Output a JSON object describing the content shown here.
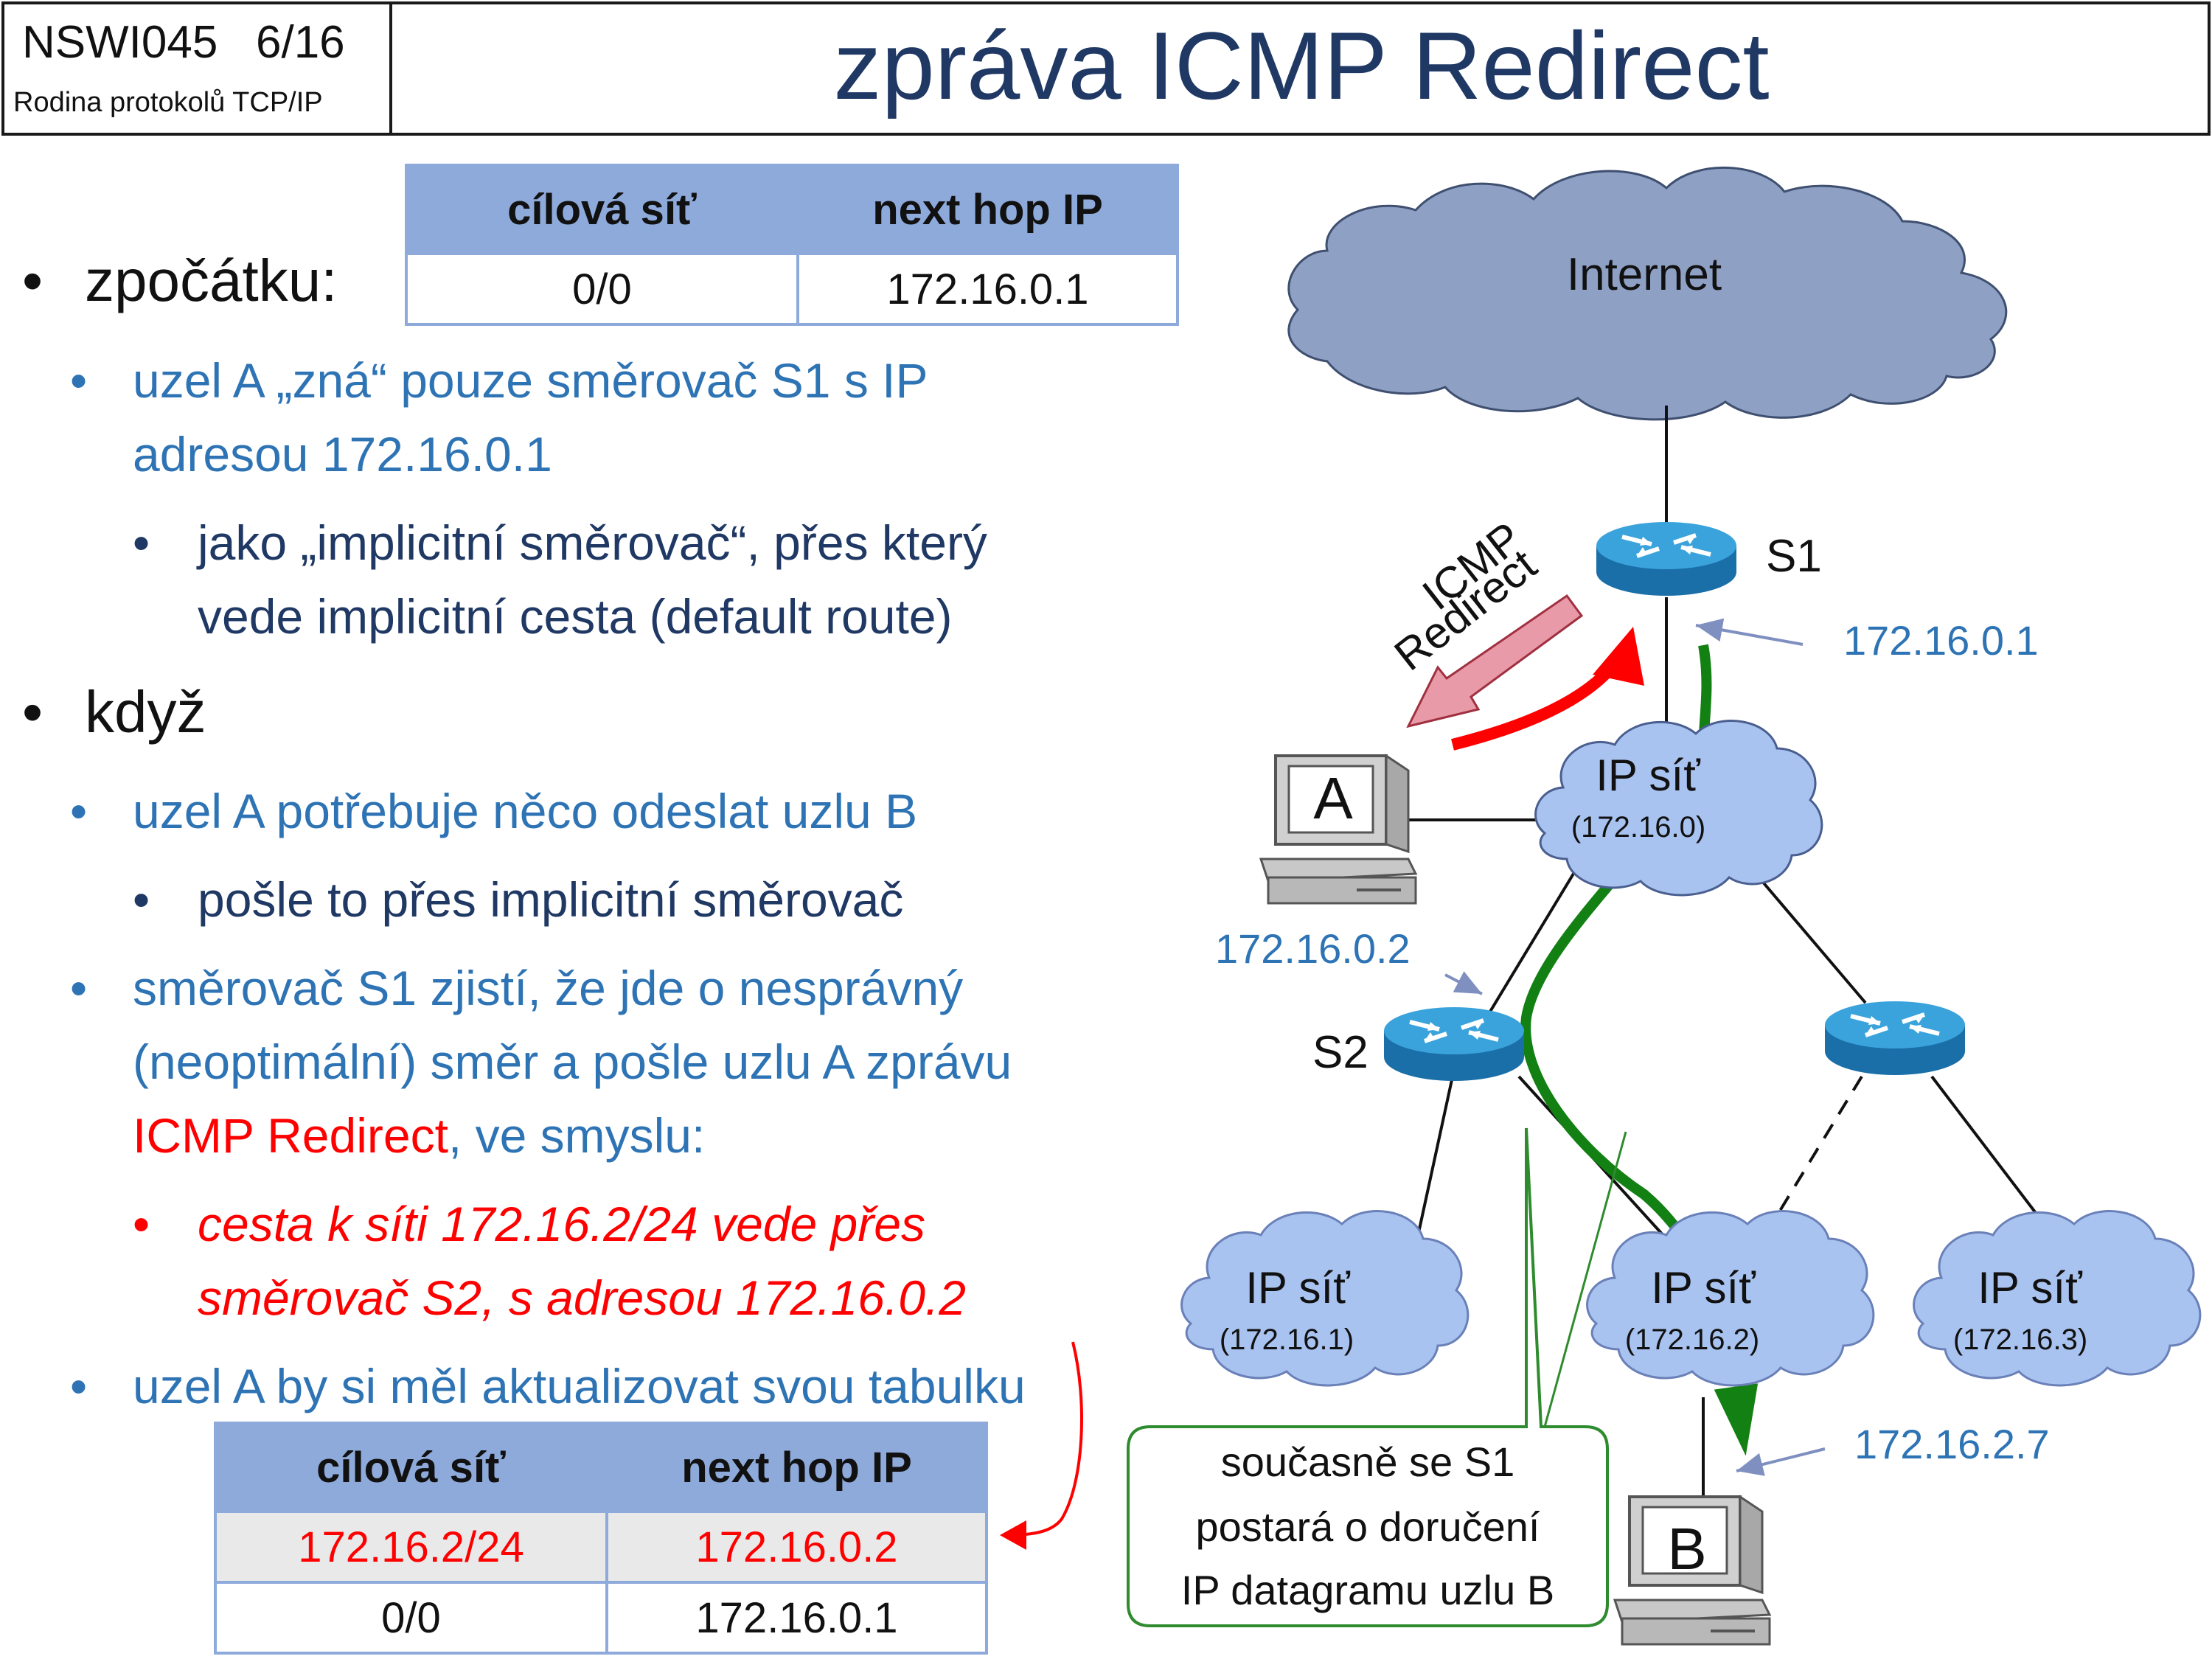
{
  "header": {
    "course": "NSWI045   6/16",
    "subtitle": "Rodina protokolů TCP/IP",
    "title": "zpráva ICMP Redirect"
  },
  "bullets": {
    "zpocatku": "zpočátku:",
    "l2a_1": "uzel A „zná“ pouze směrovač  S1 s IP",
    "l2a_2": "adresou 172.16.0.1",
    "l3a_1": "jako „implicitní směrovač“, přes který",
    "l3a_2": "vede implicitní cesta (default route)",
    "kdyz": "když",
    "l2b": "uzel A potřebuje něco odeslat uzlu B",
    "l3b": "pošle to přes implicitní směrovač",
    "l2c_1": "směrovač S1 zjistí, že jde o nesprávný",
    "l2c_2": "(neoptimální) směr a pošle uzlu A zprávu",
    "l2c_3a": "ICMP Redirect",
    "l2c_3b": ", ve smyslu:",
    "l3c_1": "cesta k síti 172.16.2/24 vede přes",
    "l3c_2": "směrovač S2, s adresou 172.16.0.2",
    "l2d": "uzel A by si měl aktualizovat svou tabulku"
  },
  "table_top": {
    "headers": [
      "cílová síť",
      "next hop IP"
    ],
    "rows": [
      [
        "0/0",
        "172.16.0.1"
      ]
    ]
  },
  "table_bottom": {
    "headers": [
      "cílová síť",
      "next hop IP"
    ],
    "rows": [
      [
        "172.16.2/24",
        "172.16.0.2"
      ],
      [
        "0/0",
        "172.16.0.1"
      ]
    ]
  },
  "diagram": {
    "internet": "Internet",
    "icmp_1": "ICMP",
    "icmp_2": "Redirect",
    "s1": "S1",
    "s1_ip": "172.16.0.1",
    "s2": "S2",
    "s2_ip": "172.16.0.2",
    "host_a": "A",
    "host_b": "B",
    "b_ip": "172.16.2.7",
    "net0_1": "IP síť",
    "net0_2": "(172.16.0)",
    "net1_1": "IP síť",
    "net1_2": "(172.16.1)",
    "net2_1": "IP síť",
    "net2_2": "(172.16.2)",
    "net3_1": "IP síť",
    "net3_2": "(172.16.3)",
    "callout_1": "současně se S1",
    "callout_2": "postará o doručení",
    "callout_3": "IP datagramu uzlu B"
  },
  "colors": {
    "title": "#1f3864",
    "level2": "#2e74b5",
    "red": "#ff0000",
    "table_header": "#8eaadb",
    "path_green": "#138013",
    "internet_cloud": "#8ea0c4",
    "net_cloud": "#a9c3f0",
    "router": "#1f8bc8"
  }
}
